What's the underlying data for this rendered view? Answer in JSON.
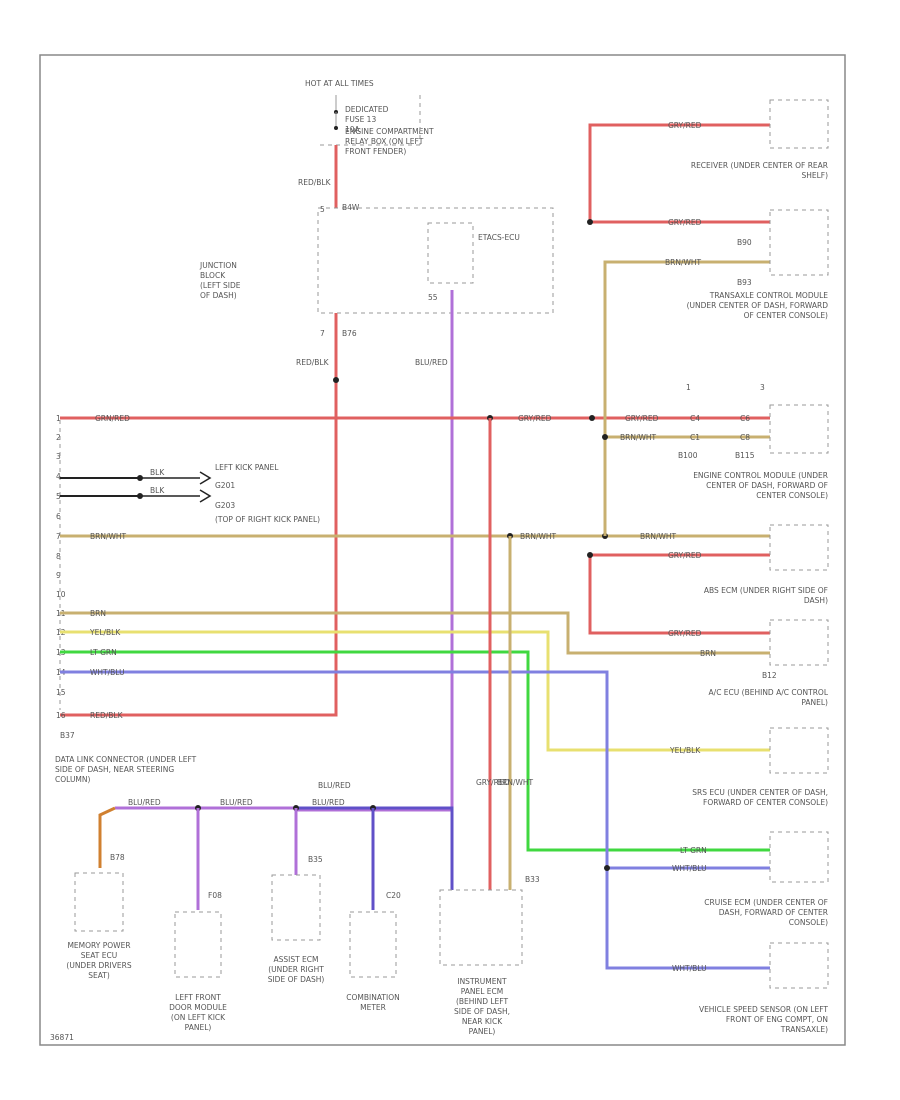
{
  "diagram": {
    "fuse": {
      "hot": "HOT AT ALL TIMES",
      "label": "DEDICATED FUSE 13 10A",
      "relaybox": "ENGINE COMPARTMENT RELAY BOX (ON LEFT FRONT FENDER)"
    },
    "junction": {
      "label": "JUNCTION BLOCK (LEFT SIDE OF DASH)",
      "conn_top": "B4W",
      "conn_bottom": "B76",
      "pin_top": "5",
      "pin_bottom": "7"
    },
    "etacs": {
      "label": "ETACS-ECU",
      "pin": "55"
    },
    "wire_colors": {
      "red_blk": "RED/BLK",
      "blu_red": "BLU/RED",
      "gry_red": "GRY/RED",
      "brn_wht": "BRN/WHT",
      "brn": "BRN",
      "yel_blk": "YEL/BLK",
      "lt_grn": "LT GRN",
      "wht_blu": "WHT/BLU",
      "blk": "BLK",
      "grn_red": "GRN/RED"
    },
    "colors": {
      "red": "#e06060",
      "violet": "#b070d8",
      "tan": "#c8b070",
      "yellow": "#e8e070",
      "green": "#40d840",
      "blue": "#8080e0",
      "darkviolet": "#6050c8",
      "orange": "#d08030"
    },
    "dlc": {
      "pins": [
        "1",
        "2",
        "3",
        "4",
        "5",
        "6",
        "7",
        "8",
        "9",
        "10",
        "11",
        "12",
        "13",
        "14",
        "15",
        "16"
      ],
      "label": "DATA LINK CONNECTOR (UNDER LEFT SIDE OF DASH, NEAR STEERING COLUMN)",
      "conn": "B37"
    },
    "grounds": {
      "label1": "LEFT KICK PANEL",
      "g1": "G201",
      "label2": "G203",
      "label3": "(TOP OF RIGHT KICK PANEL)"
    },
    "right_components": [
      {
        "label": "RECEIVER (UNDER CENTER OF REAR SHELF)"
      },
      {
        "label": "TRANSAXLE CONTROL MODULE (UNDER CENTER OF DASH, FORWARD OF CENTER CONSOLE)",
        "conn": "B90",
        "conn2": "B93"
      },
      {
        "label": "ENGINE CONTROL MODULE (UNDER CENTER OF DASH, FORWARD OF CENTER CONSOLE)",
        "conn": "B100",
        "conn2": "B115"
      },
      {
        "label": "ABS ECM (UNDER RIGHT SIDE OF DASH)"
      },
      {
        "label": "A/C ECU (BEHIND A/C CONTROL PANEL)",
        "conn": "B12"
      },
      {
        "label": "SRS ECU (UNDER CENTER OF DASH, FORWARD OF CENTER CONSOLE)"
      },
      {
        "label": "CRUISE ECM (UNDER CENTER OF DASH, FORWARD OF CENTER CONSOLE)"
      },
      {
        "label": "VEHICLE SPEED SENSOR (ON LEFT FRONT OF ENG COMPT, ON TRANSAXLE)"
      }
    ],
    "ecm_pins": {
      "c1": "1",
      "c2": "3",
      "p1": "C4",
      "p2": "C1",
      "p3": "C6",
      "p4": "C8"
    },
    "bottom_components": [
      {
        "label": "MEMORY POWER SEAT ECU (UNDER DRIVERS SEAT)",
        "conn": "B78"
      },
      {
        "label": "LEFT FRONT DOOR MODULE (ON LEFT KICK PANEL)",
        "conn": "F08"
      },
      {
        "label": "ASSIST ECM (UNDER RIGHT SIDE OF DASH)",
        "conn": "B35"
      },
      {
        "label": "COMBINATION METER",
        "conn": "C20"
      },
      {
        "label": "INSTRUMENT PANEL ECM (BEHIND LEFT SIDE OF DASH, NEAR KICK PANEL)",
        "conn": "B33"
      }
    ],
    "footer": "36871"
  }
}
